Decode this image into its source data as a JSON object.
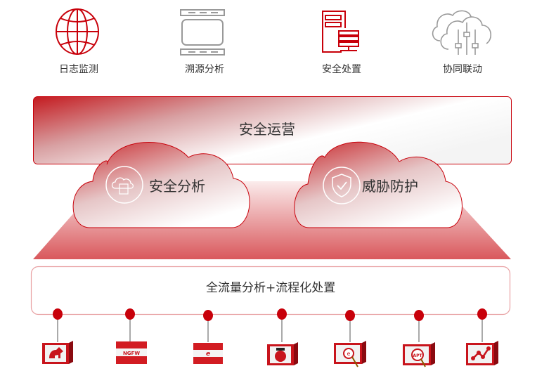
{
  "top_items": [
    {
      "label": "日志监测",
      "icon": "globe-icon"
    },
    {
      "label": "溯源分析",
      "icon": "film-frame-icon"
    },
    {
      "label": "安全处置",
      "icon": "server-icon"
    },
    {
      "label": "协同联动",
      "icon": "cloud-sliders-icon"
    }
  ],
  "banner": {
    "label": "安全运营"
  },
  "clouds": [
    {
      "label": "安全分析",
      "icon": "cloud-analysis-icon"
    },
    {
      "label": "威胁防护",
      "icon": "shield-check-icon"
    }
  ],
  "platform": {
    "label": "全流量分析+流程化处置"
  },
  "devices": [
    {
      "icon": "trojan-detection-icon"
    },
    {
      "icon": "ngfw-firewall-icon",
      "badge": "NGFW"
    },
    {
      "icon": "web-firewall-icon",
      "badge": "e"
    },
    {
      "icon": "honeypot-icon"
    },
    {
      "icon": "web-threat-scan-icon",
      "badge": "e"
    },
    {
      "icon": "apt-detection-icon",
      "badge": "APT"
    },
    {
      "icon": "network-topology-icon"
    }
  ],
  "colors": {
    "accent": "#c8000a",
    "gray": "#999999"
  }
}
